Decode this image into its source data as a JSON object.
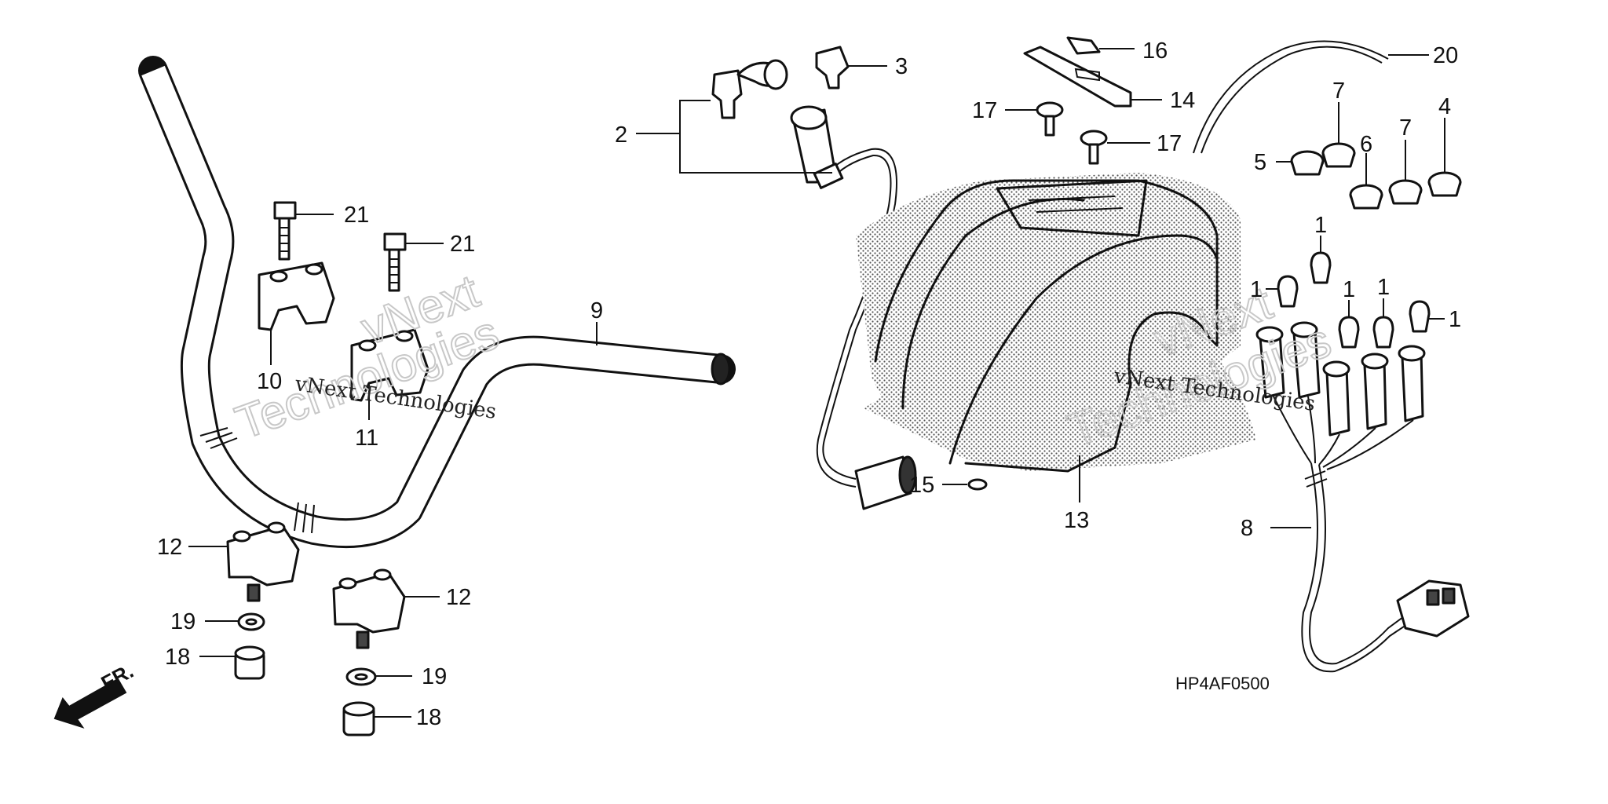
{
  "diagram_code": "HP4AF0500",
  "direction_label": "FR.",
  "watermark": {
    "line1": "vNext Technologies",
    "line2": "vNext",
    "line3": "Technologies"
  },
  "callouts": [
    {
      "id": "c1a",
      "text": "1"
    },
    {
      "id": "c1b",
      "text": "1"
    },
    {
      "id": "c1c",
      "text": "1"
    },
    {
      "id": "c1d",
      "text": "1"
    },
    {
      "id": "c1e",
      "text": "1"
    },
    {
      "id": "c2",
      "text": "2"
    },
    {
      "id": "c3",
      "text": "3"
    },
    {
      "id": "c4",
      "text": "4"
    },
    {
      "id": "c5",
      "text": "5"
    },
    {
      "id": "c6",
      "text": "6"
    },
    {
      "id": "c7a",
      "text": "7"
    },
    {
      "id": "c7b",
      "text": "7"
    },
    {
      "id": "c8",
      "text": "8"
    },
    {
      "id": "c9",
      "text": "9"
    },
    {
      "id": "c10",
      "text": "10"
    },
    {
      "id": "c11",
      "text": "11"
    },
    {
      "id": "c12a",
      "text": "12"
    },
    {
      "id": "c12b",
      "text": "12"
    },
    {
      "id": "c13",
      "text": "13"
    },
    {
      "id": "c14",
      "text": "14"
    },
    {
      "id": "c15",
      "text": "15"
    },
    {
      "id": "c16",
      "text": "16"
    },
    {
      "id": "c17a",
      "text": "17"
    },
    {
      "id": "c17b",
      "text": "17"
    },
    {
      "id": "c18a",
      "text": "18"
    },
    {
      "id": "c18b",
      "text": "18"
    },
    {
      "id": "c19a",
      "text": "19"
    },
    {
      "id": "c19b",
      "text": "19"
    },
    {
      "id": "c20",
      "text": "20"
    },
    {
      "id": "c21a",
      "text": "21"
    },
    {
      "id": "c21b",
      "text": "21"
    }
  ]
}
